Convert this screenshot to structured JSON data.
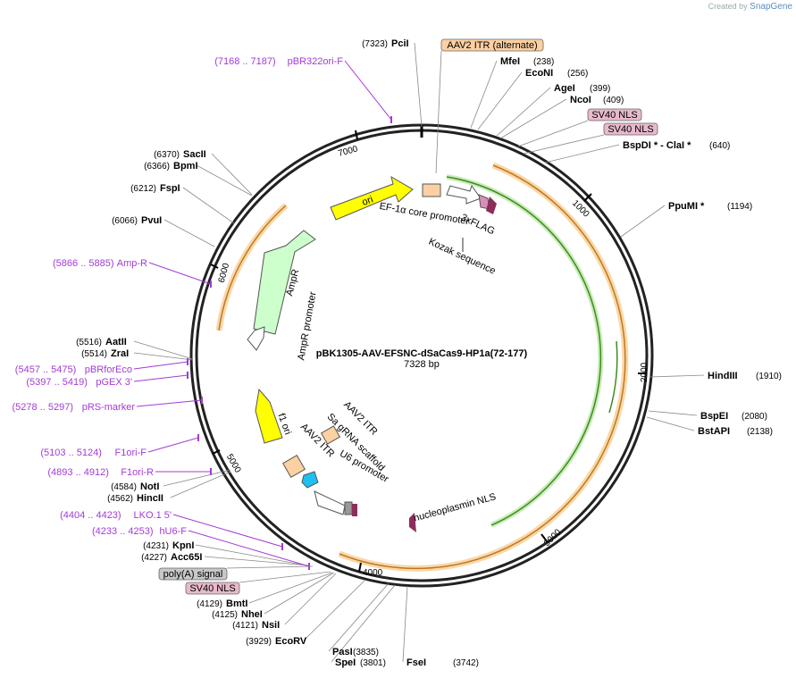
{
  "brand": {
    "created_by": "Created by",
    "name": "SnapGene"
  },
  "plasmid": {
    "name": "pBK1305-AAV-EFSNC-dSaCas9-HP1a(72-177)",
    "size": "7328 bp"
  },
  "ticks": [
    "1000",
    "2000",
    "3000",
    "4000",
    "5000",
    "6000",
    "7000"
  ],
  "enzymes": [
    {
      "name": "PciI",
      "pos": "(7323)"
    },
    {
      "name": "MfeI",
      "pos": "(238)"
    },
    {
      "name": "EcoNI",
      "pos": "(256)"
    },
    {
      "name": "AgeI",
      "pos": "(399)"
    },
    {
      "name": "NcoI",
      "pos": "(409)"
    },
    {
      "name": "BspDI * - ClaI *",
      "pos": "(640)"
    },
    {
      "name": "PpuMI *",
      "pos": "(1194)"
    },
    {
      "name": "HindIII",
      "pos": "(1910)"
    },
    {
      "name": "BspEI",
      "pos": "(2080)"
    },
    {
      "name": "BstAPI",
      "pos": "(2138)"
    },
    {
      "name": "FseI",
      "pos": "(3742)"
    },
    {
      "name": "SpeI",
      "pos": "(3801)"
    },
    {
      "name": "PasI",
      "pos": "(3835)"
    },
    {
      "name": "EcoRV",
      "pos": "(3929)"
    },
    {
      "name": "NsiI",
      "pos": "(4121)"
    },
    {
      "name": "NheI",
      "pos": "(4125)"
    },
    {
      "name": "BmtI",
      "pos": "(4129)"
    },
    {
      "name": "Acc65I",
      "pos": "(4227)"
    },
    {
      "name": "KpnI",
      "pos": "(4231)"
    },
    {
      "name": "HincII",
      "pos": "(4562)"
    },
    {
      "name": "NotI",
      "pos": "(4584)"
    },
    {
      "name": "ZraI",
      "pos": "(5514)"
    },
    {
      "name": "AatII",
      "pos": "(5516)"
    },
    {
      "name": "PvuI",
      "pos": "(6066)"
    },
    {
      "name": "FspI",
      "pos": "(6212)"
    },
    {
      "name": "BpmI",
      "pos": "(6366)"
    },
    {
      "name": "SacII",
      "pos": "(6370)"
    }
  ],
  "primers": [
    {
      "range": "(7168 .. 7187)",
      "name": "pBR322ori-F"
    },
    {
      "range": "(5866 .. 5885)",
      "name": "Amp-R"
    },
    {
      "range": "(5457 .. 5475)",
      "name": "pBRforEco"
    },
    {
      "range": "(5397 .. 5419)",
      "name": "pGEX 3'"
    },
    {
      "range": "(5278 .. 5297)",
      "name": "pRS-marker"
    },
    {
      "range": "(5103 .. 5124)",
      "name": "F1ori-F"
    },
    {
      "range": "(4893 .. 4912)",
      "name": "F1ori-R"
    },
    {
      "range": "(4404 .. 4423)",
      "name": "LKO.1 5'"
    },
    {
      "range": "(4233 .. 4253)",
      "name": "hU6-F"
    }
  ],
  "boxed_features": [
    {
      "name": "AAV2 ITR (alternate)",
      "color": "#fdd0a2"
    },
    {
      "name": "SV40 NLS",
      "color": "#e8b9cc"
    },
    {
      "name": "SV40 NLS",
      "color": "#e8b9cc"
    },
    {
      "name": "poly(A) signal",
      "color": "#c8c8c8"
    },
    {
      "name": "SV40 NLS",
      "color": "#e8b9cc"
    }
  ],
  "features": {
    "ori": "ori",
    "ef1a": "EF-1α core promoter",
    "flag": "3xFLAG",
    "kozak": "Kozak sequence",
    "ampr": "AmpR",
    "ampr_promoter": "AmpR promoter",
    "f1ori": "f1 ori",
    "aav2_itr_a": "AAV2 ITR",
    "aav2_itr_b": "AAV2 ITR",
    "sa_grna": "Sa gRNA scaffold",
    "u6": "U6 promoter",
    "nucleoplasmin": "nucleoplasmin NLS"
  },
  "colors": {
    "ori": "#ffff00",
    "ampr": "#ccffcc",
    "itr": "#fdd0a2",
    "cas9_arc": "#f4b860",
    "green_arc": "#6bbf3a",
    "primer": "#a23bd6",
    "u6": "#1ec0f0",
    "nls": "#8c2d5a"
  }
}
